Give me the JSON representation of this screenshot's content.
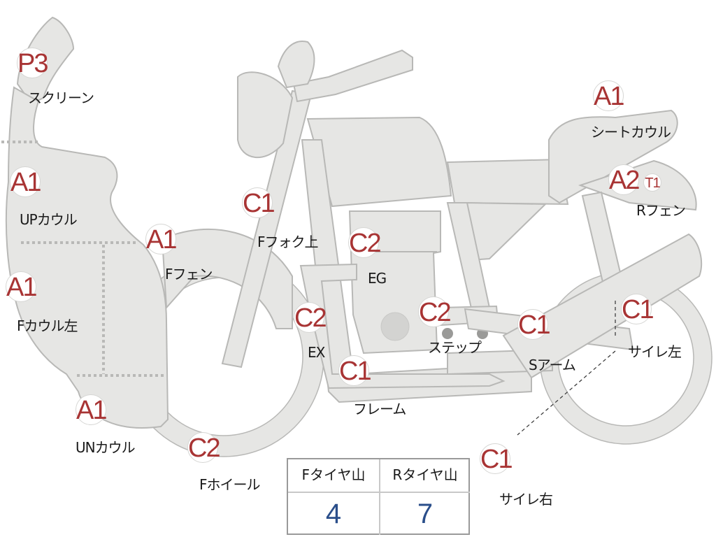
{
  "parts": {
    "p3_screen": {
      "code": "P3",
      "label": "スクリーン"
    },
    "a1_seat_cowl": {
      "code": "A1",
      "label": "シートカウル"
    },
    "a1_up_cowl": {
      "code": "A1",
      "label": "UPカウル"
    },
    "a2_r_fender": {
      "code": "A2",
      "tag": "T1",
      "label": "Rフェン"
    },
    "c1_f_fork": {
      "code": "C1",
      "label": "Fフォク上"
    },
    "a1_f_fender": {
      "code": "A1",
      "label": "Fフェン"
    },
    "c2_eg": {
      "code": "C2",
      "label": "EG"
    },
    "a1_f_cowl_l": {
      "code": "A1",
      "label": "Fカウル左"
    },
    "c2_ex": {
      "code": "C2",
      "label": "EX"
    },
    "c2_step": {
      "code": "C2",
      "label": "ステップ"
    },
    "c1_s_arm": {
      "code": "C1",
      "label": "Sアーム"
    },
    "c1_muffler_l": {
      "code": "C1",
      "label": "サイレ左"
    },
    "c1_frame": {
      "code": "C1",
      "label": "フレーム"
    },
    "a1_un_cowl": {
      "code": "A1",
      "label": "UNカウル"
    },
    "c2_f_wheel": {
      "code": "C2",
      "label": "Fホイール"
    },
    "c1_muffler_r": {
      "code": "C1",
      "label": "サイレ右"
    }
  },
  "tires": {
    "front_label": "Fタイヤ山",
    "front_value": "4",
    "rear_label": "Rタイヤ山",
    "rear_value": "7"
  },
  "colors": {
    "badge_text": "#a83434",
    "value_text": "#2a4e8a",
    "part_fill": "#e6e6e4"
  }
}
